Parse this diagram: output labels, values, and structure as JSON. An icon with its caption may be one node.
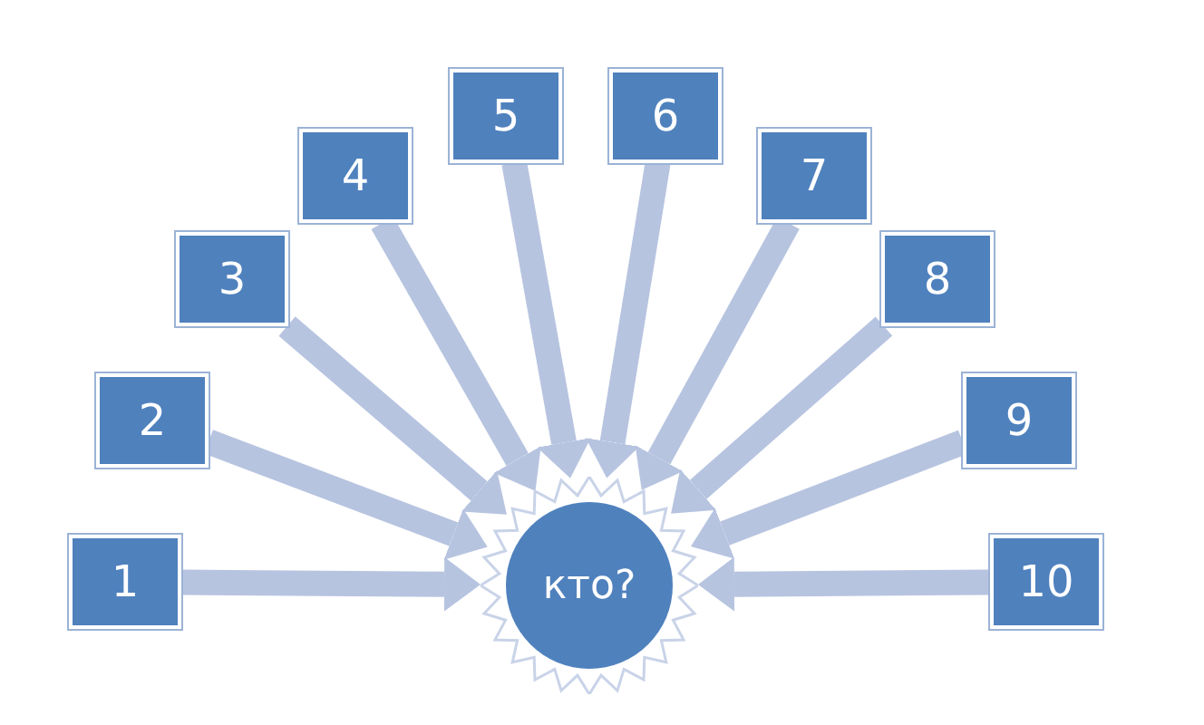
{
  "diagram": {
    "nodes": [
      {
        "text": [
          "1"
        ]
      },
      {
        "text": [
          "2"
        ]
      },
      {
        "text": [
          "3"
        ]
      },
      {
        "text": [
          "4"
        ]
      },
      {
        "text": [
          "5"
        ]
      },
      {
        "text": [
          "6"
        ]
      },
      {
        "text": [
          "7"
        ]
      },
      {
        "text": [
          "8"
        ]
      },
      {
        "text": [
          "9"
        ]
      },
      {
        "text": [
          "10"
        ]
      },
      {
        "text": [
          "кто?"
        ]
      }
    ],
    "edges": [
      {
        "from": 0,
        "to": 10,
        "arrow": "to"
      },
      {
        "from": 1,
        "to": 10,
        "arrow": "to"
      },
      {
        "from": 2,
        "to": 10,
        "arrow": "to"
      },
      {
        "from": 3,
        "to": 10,
        "arrow": "to"
      },
      {
        "from": 4,
        "to": 10,
        "arrow": "to"
      },
      {
        "from": 5,
        "to": 10,
        "arrow": "to"
      },
      {
        "from": 6,
        "to": 10,
        "arrow": "to"
      },
      {
        "from": 7,
        "to": 10,
        "arrow": "to"
      },
      {
        "from": 8,
        "to": 10,
        "arrow": "to"
      },
      {
        "from": 9,
        "to": 10,
        "arrow": "to"
      }
    ]
  }
}
